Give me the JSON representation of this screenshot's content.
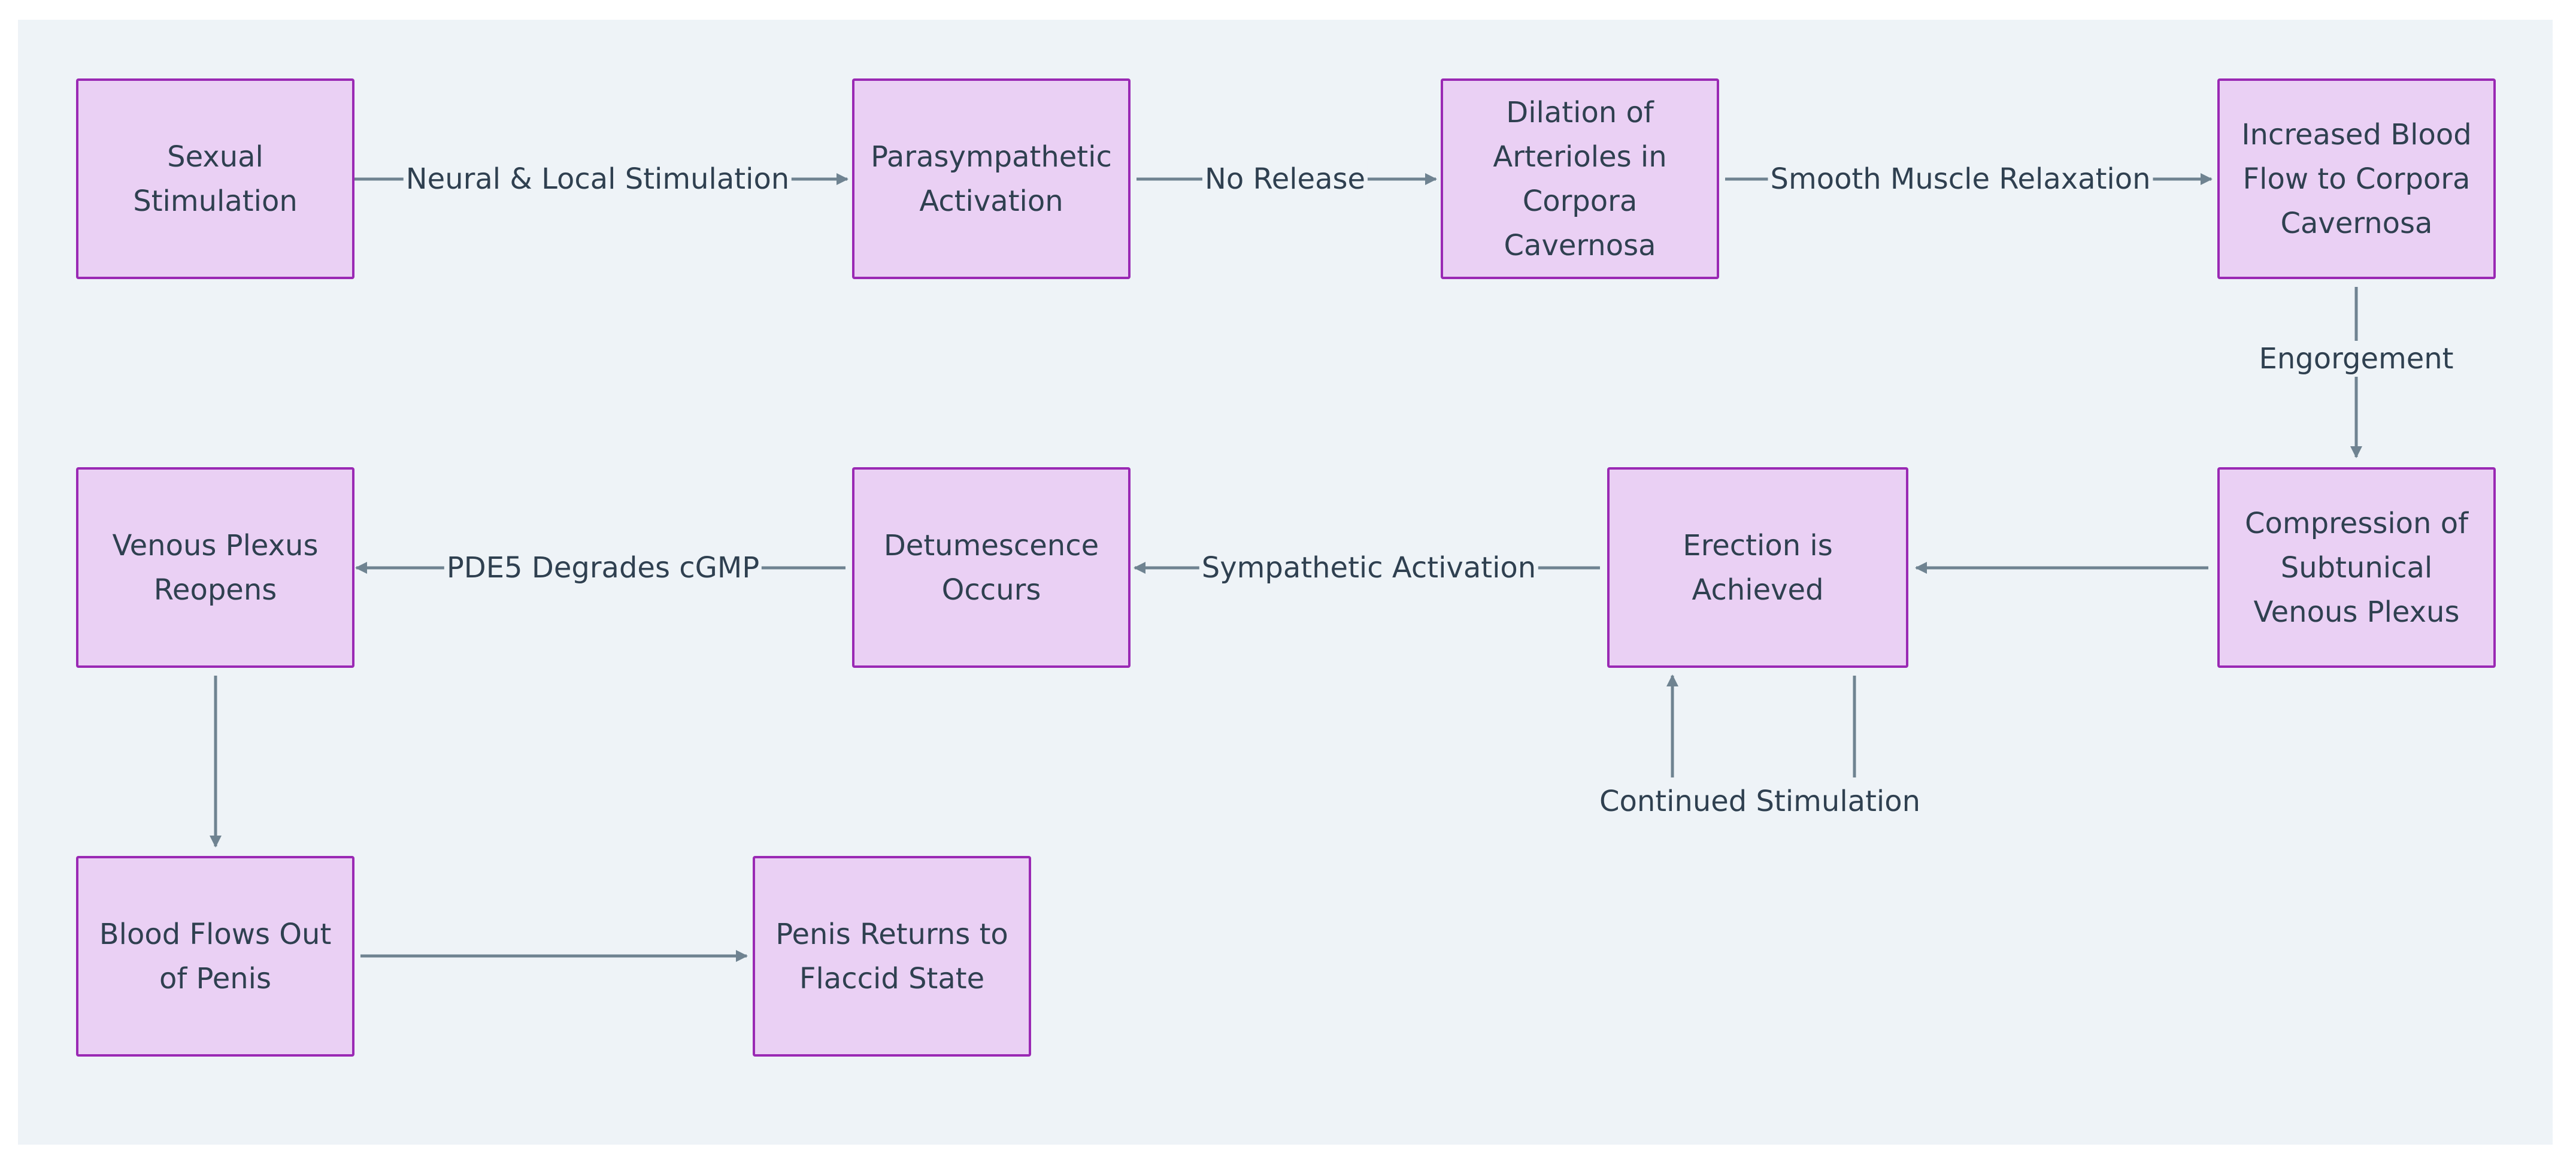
{
  "colors": {
    "background": "#eef3f7",
    "node_fill": "#ead0f4",
    "node_border": "#9a29b4",
    "edge": "#6f8391",
    "text": "#2f4050"
  },
  "nodes": {
    "sexual_stimulation": "Sexual\nStimulation",
    "parasympathetic_activation": "Parasympathetic\nActivation",
    "dilation_of_arterioles": "Dilation of\nArterioles in\nCorpora\nCavernosa",
    "increased_blood_flow": "Increased Blood\nFlow to Corpora\nCavernosa",
    "compression_of_venous_plexus": "Compression of\nSubtunical\nVenous Plexus",
    "erection_achieved": "Erection is\nAchieved",
    "detumescence": "Detumescence\nOccurs",
    "venous_plexus_reopens": "Venous Plexus\nReopens",
    "blood_flows_out": "Blood Flows Out\nof Penis",
    "flaccid_state": "Penis Returns to\nFlaccid State"
  },
  "edges": [
    {
      "from": "sexual_stimulation",
      "to": "parasympathetic_activation",
      "label": "Neural & Local Stimulation"
    },
    {
      "from": "parasympathetic_activation",
      "to": "dilation_of_arterioles",
      "label": "No Release"
    },
    {
      "from": "dilation_of_arterioles",
      "to": "increased_blood_flow",
      "label": "Smooth Muscle Relaxation"
    },
    {
      "from": "increased_blood_flow",
      "to": "compression_of_venous_plexus",
      "label": "Engorgement"
    },
    {
      "from": "compression_of_venous_plexus",
      "to": "erection_achieved",
      "label": ""
    },
    {
      "from": "erection_achieved",
      "to": "erection_achieved",
      "label": "Continued Stimulation"
    },
    {
      "from": "erection_achieved",
      "to": "detumescence",
      "label": "Sympathetic Activation"
    },
    {
      "from": "detumescence",
      "to": "venous_plexus_reopens",
      "label": "PDE5 Degrades cGMP"
    },
    {
      "from": "venous_plexus_reopens",
      "to": "blood_flows_out",
      "label": ""
    },
    {
      "from": "blood_flows_out",
      "to": "flaccid_state",
      "label": ""
    }
  ]
}
